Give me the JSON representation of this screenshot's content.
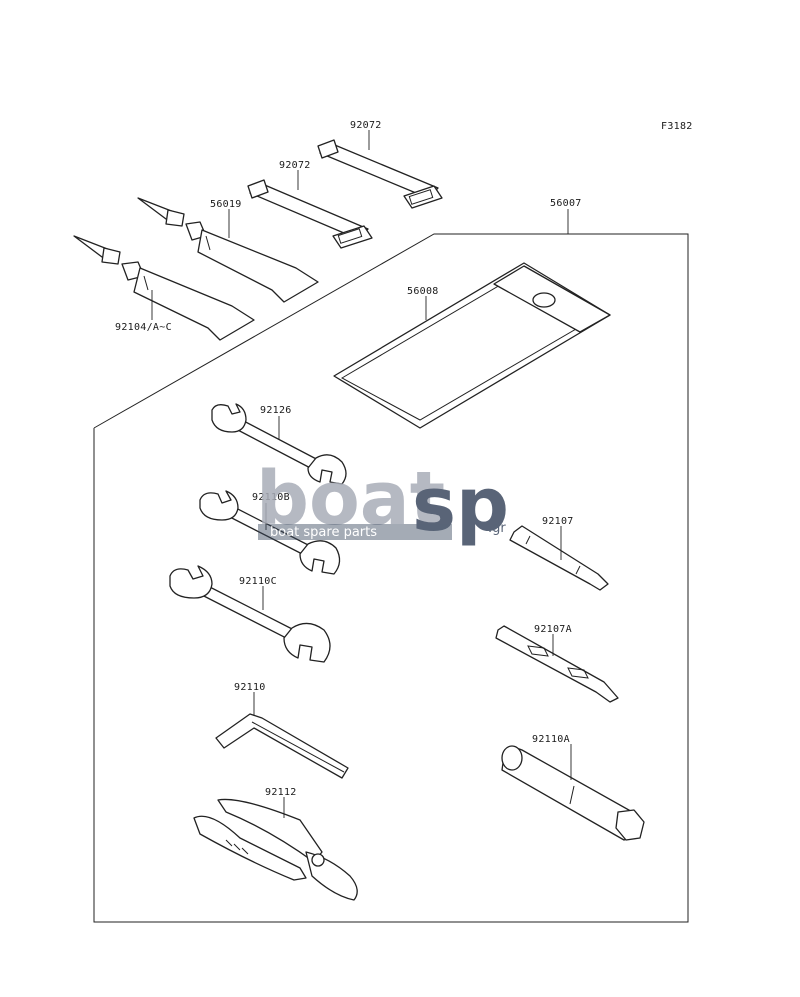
{
  "diagram": {
    "figure_code": "F3182",
    "labels": {
      "p92072_top": "92072",
      "p92072_mid": "92072",
      "p56019": "56019",
      "p56007": "56007",
      "p56008": "56008",
      "p92104": "92104/A~C",
      "p92126": "92126",
      "p92110b": "92110B",
      "p92110c": "92110C",
      "p92107": "92107",
      "p92107a": "92107A",
      "p92110": "92110",
      "p92110a": "92110A",
      "p92112": "92112"
    }
  },
  "watermark": {
    "word1": "boat",
    "word2": "sp",
    "suffix": ".gr",
    "tagline": "boat spare parts",
    "color_dark": "#3d4a60",
    "color_light": "#a9adb8"
  }
}
